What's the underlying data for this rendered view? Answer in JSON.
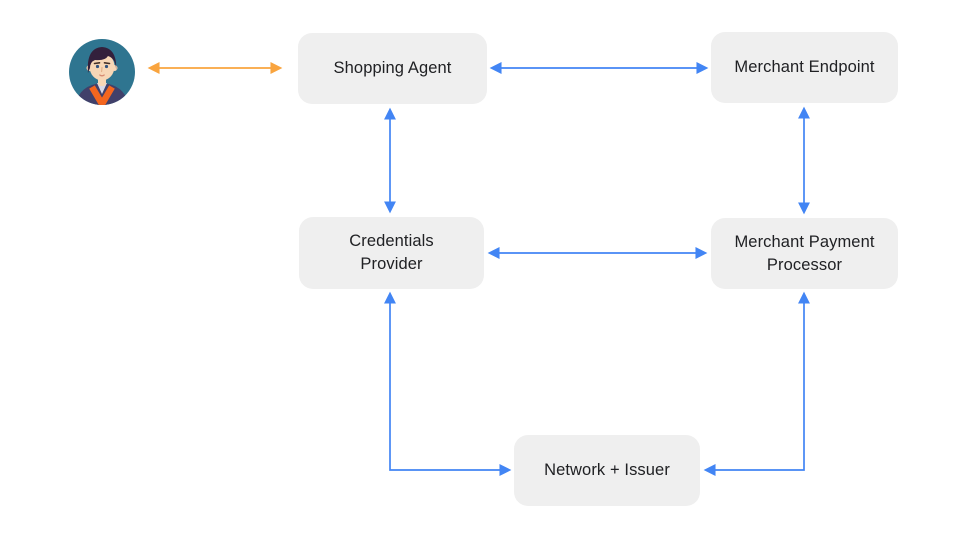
{
  "diagram": {
    "nodes": {
      "user": {
        "label": "",
        "icon": "user-avatar"
      },
      "shopping_agent": {
        "label": "Shopping Agent"
      },
      "merchant_endpoint": {
        "label": "Merchant Endpoint"
      },
      "credentials_provider": {
        "label": "Credentials\nProvider"
      },
      "merchant_payment_processor": {
        "label": "Merchant Payment\nProcessor"
      },
      "network_issuer": {
        "label": "Network + Issuer"
      }
    },
    "connections": [
      {
        "from": "user",
        "to": "shopping_agent",
        "direction": "bidirectional",
        "color": "orange",
        "shape": "straight-horizontal"
      },
      {
        "from": "shopping_agent",
        "to": "merchant_endpoint",
        "direction": "bidirectional",
        "color": "blue",
        "shape": "straight-horizontal"
      },
      {
        "from": "shopping_agent",
        "to": "credentials_provider",
        "direction": "bidirectional",
        "color": "blue",
        "shape": "straight-vertical"
      },
      {
        "from": "merchant_endpoint",
        "to": "merchant_payment_processor",
        "direction": "bidirectional",
        "color": "blue",
        "shape": "straight-vertical"
      },
      {
        "from": "credentials_provider",
        "to": "merchant_payment_processor",
        "direction": "bidirectional",
        "color": "blue",
        "shape": "straight-horizontal"
      },
      {
        "from": "credentials_provider",
        "to": "network_issuer",
        "direction": "bidirectional",
        "color": "blue",
        "shape": "elbow-down-right"
      },
      {
        "from": "merchant_payment_processor",
        "to": "network_issuer",
        "direction": "bidirectional",
        "color": "blue",
        "shape": "elbow-down-left"
      }
    ]
  },
  "colors": {
    "canvas": "#FFFFFF",
    "node-bg": "#EFEFEF",
    "node-text": "#202124",
    "arrow-blue": "#4285F4",
    "arrow-orange": "#F9A43E",
    "avatar-bg": "#2F7590",
    "avatar-jacket": "#41406A",
    "avatar-collar": "#F4661F",
    "avatar-hair": "#33203C",
    "avatar-skin": "#F7D7B6"
  }
}
